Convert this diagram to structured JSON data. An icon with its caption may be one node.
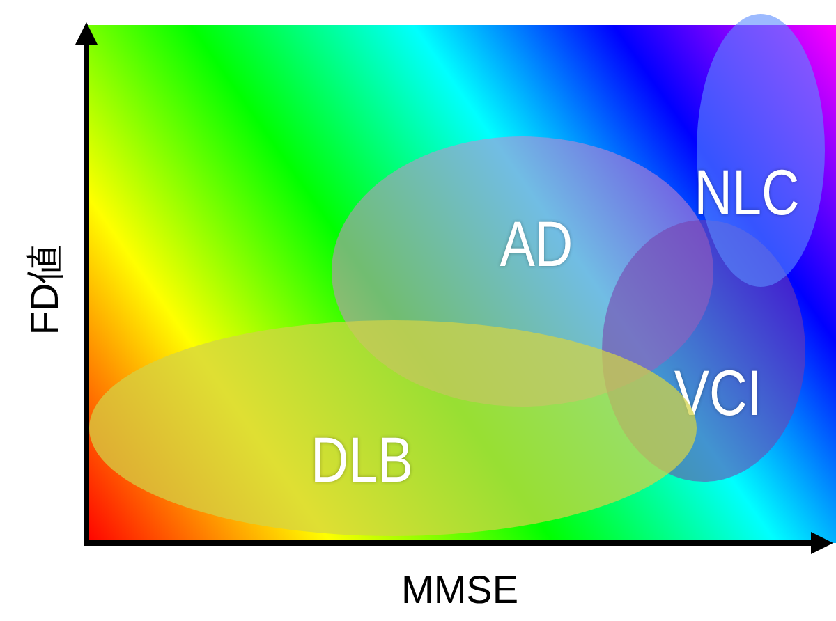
{
  "diagram": {
    "nodes": [
      {
        "text": [
          "NLC"
        ]
      },
      {
        "text": [
          "AD"
        ]
      },
      {
        "text": [
          "VCI"
        ]
      },
      {
        "text": [
          "DLB"
        ]
      }
    ],
    "edges": [],
    "labels": [
      "FD値",
      "MMSE"
    ]
  }
}
